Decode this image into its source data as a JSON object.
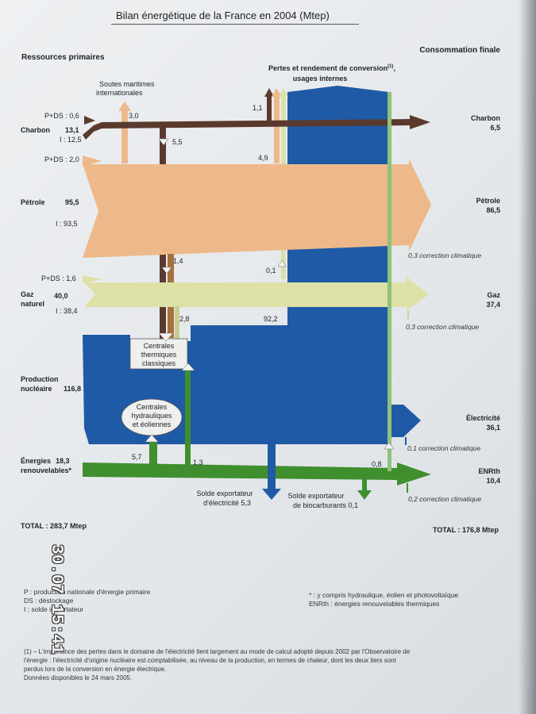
{
  "title": "Bilan énergétique de la France en 2004 (Mtep)",
  "headers": {
    "left": "Ressources primaires",
    "right": "Consommation finale",
    "center_line1": "Pertes et rendement de conversion",
    "center_sup": "(1)",
    "center_line1_end": ",",
    "center_line2": "usages internes"
  },
  "labels": {
    "soutes_l1": "Soutes maritimes",
    "soutes_l2": "internationales",
    "charbon": "Charbon",
    "charbon_val": "13,1",
    "charbon_pds": "P+DS : 0,6",
    "charbon_i": "I : 12,5",
    "petrole": "Pétrole",
    "petrole_val": "95,5",
    "petrole_pds": "P+DS : 2,0",
    "petrole_i": "I : 93,5",
    "gaz_l1": "Gaz",
    "gaz_l2": "naturel",
    "gaz_val": "40,0",
    "gaz_pds": "P+DS : 1,6",
    "gaz_i": "I : 38,4",
    "nucl_l1": "Production",
    "nucl_l2": "nucléaire",
    "nucl_val": "116,8",
    "enr_l1": "Énergies",
    "enr_l2": "renouvelables*",
    "enr_val": "18,3",
    "out_charbon": "Charbon",
    "out_charbon_val": "6,5",
    "out_petrole": "Pétrole",
    "out_petrole_val": "86,5",
    "out_gaz": "Gaz",
    "out_gaz_val": "37,4",
    "out_elec": "Électricité",
    "out_elec_val": "36,1",
    "out_enr": "ENRth",
    "out_enr_val": "10,4",
    "v_3_0": "3,0",
    "v_1_1": "1,1",
    "v_5_5": "5,5",
    "v_4_9": "4,9",
    "v_1_4": "1,4",
    "v_0_1": "0,1",
    "v_2_8": "2,8",
    "v_92_2": "92,2",
    "v_5_7": "5,7",
    "v_1_3": "1,3",
    "v_0_8": "0,8",
    "corr_petrole": "0,3 correction climatique",
    "corr_gaz": "0,3 correction climatique",
    "corr_elec": "0,1 correction climatique",
    "corr_enr": "0,2 correction climatique",
    "ctc_l1": "Centrales",
    "ctc_l2": "thermiques",
    "ctc_l3": "classiques",
    "chyd_l1": "Centrales",
    "chyd_l2": "hydrauliques",
    "chyd_l3": "et éoliennes",
    "solde_elec_l1": "Solde exportateur",
    "solde_elec_l2": "d'électricité 5,3",
    "solde_bio_l1": "Solde exportateur",
    "solde_bio_l2": "de biocarburants 0,1",
    "total_left": "TOTAL : 283,7 Mtep",
    "total_right": "TOTAL : 176,8 Mtep"
  },
  "footnotes": {
    "p": "P : production nationale d'énergie primaire",
    "ds": "DS : déstockage",
    "i": "I : solde importateur",
    "star": "* : y compris hydraulique, éolien et photovoltaïque",
    "enrth": "ENRth : énergies renouvelables thermiques",
    "n1_l1": "(1) – L'importance des pertes dans le domaine de l'électricité tient largement au mode de calcul adopté depuis 2002 par l'Observatoire de",
    "n1_l2": "l'énergie : l'électricité d'origine nucléaire est comptabilisée, au niveau de la production, en termes de chaleur, dont les deux tiers sont",
    "n1_l3": "perdus lors de la conversion en énergie électrique.",
    "date": "Données disponibles le 24 mars 2005."
  },
  "stamp": "30.07 15:41",
  "colors": {
    "charbon": "#5a3a2e",
    "petrole": "#edb98a",
    "gaz": "#dde1a6",
    "electricite": "#1f5aa6",
    "enr": "#3f8f2e"
  }
}
